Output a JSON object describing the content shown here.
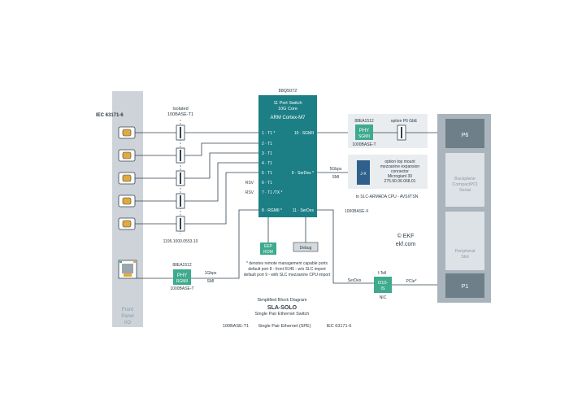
{
  "front_panel": {
    "standard": "IEC 63171-6",
    "label_line1": "Front",
    "label_line2": "Panel",
    "label_line3": "I/O"
  },
  "isolation": {
    "label_line1": "Isolated",
    "label_line2": "100BASE-T1",
    "magnetics_label": "1195.1000.0553.10"
  },
  "switch": {
    "part": "88Q5072",
    "title_line1": "11 Port Switch",
    "title_line2": "10G Core",
    "title_line3": "ARM Cortex-M7",
    "ports": [
      "1 · T1 *",
      "2 · T1",
      "3 · T1",
      "4 · T1",
      "5 · T1",
      "6 · T1",
      "7 · T1 /TX *"
    ],
    "port_sgmii": "10 · SGMII",
    "port_serdes9": "9 · SerDes *",
    "port_rgmii": "8 · RGMII *",
    "port_serdes11": "11 · SerDes",
    "rsv1": "RSV",
    "rsv2": "RSV"
  },
  "phy_top": {
    "part": "88EA1512",
    "label": "PHY",
    "sub": "SGMII",
    "speed": "1000BASE-T",
    "option": "option P6 GbE"
  },
  "mezzanine": {
    "line1": "option top mount",
    "line2": "mezzanine expansion",
    "line3": "connector",
    "line4": "Microgiant 30",
    "line5": "275.90.06.068.01",
    "connector_label": "J-X",
    "link_speed": "5Gbps",
    "link_type": "SMI",
    "target": "to SLC-ARMADA CPU - AVSI/TSN"
  },
  "phy_bottom": {
    "part": "88EA1512",
    "label": "PHY",
    "sub": "RGMII",
    "speed": "1000BASE-T",
    "link_speed": "1Gbps",
    "link_type": "SMI"
  },
  "eeprom": {
    "line1": "EEP",
    "line2": "ROM"
  },
  "debug": {
    "label": "Debug"
  },
  "notes": {
    "line1": "* denotes remote management capable ports",
    "line2": "default port 8 - front RJ45 - w/o SLC import",
    "line3": "default port 9 - with SLC mezzanine CPU import"
  },
  "nic": {
    "part": "I-Tell",
    "label_line1": "I210-",
    "label_line2": "IS",
    "sub": "NIC",
    "serdes": "SerDes",
    "pcie": "PCIe*"
  },
  "link_1000basex": "1000BASE-X",
  "brand": {
    "symbol": "© EKF",
    "url": "ekf.com"
  },
  "title": {
    "line1": "Simplified Block Diagram",
    "line2": "SLA-SOLO",
    "line3": "Single Pair Ethernet Switch"
  },
  "footer": {
    "item1": "100BASE-T1",
    "item2": "Single Pair Ethernet (SPE)",
    "item3": "IEC 63171-6"
  },
  "backplane": {
    "p6": "P6",
    "mid_line1": "Backplane",
    "mid_line2": "CompactPCI",
    "mid_line3": "Serial",
    "peripheral_line1": "Peripheral",
    "peripheral_line2": "Slot",
    "p1": "P1"
  },
  "colors": {
    "switch": "#1c7f86",
    "phy": "#3eaa8e",
    "panel": "#cdd3d9",
    "panel_dark": "#aab4bc",
    "connector": "#e3a93a"
  }
}
